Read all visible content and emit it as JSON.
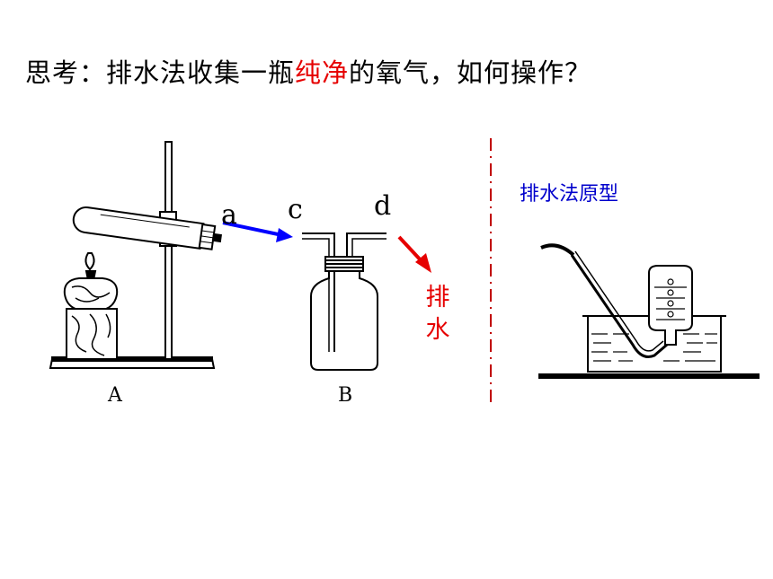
{
  "title": {
    "part1": "思考：排水法收集一瓶",
    "highlight": "纯净",
    "part2": "的氧气，如何操作？"
  },
  "labels": {
    "a": "a",
    "c": "c",
    "d": "d",
    "A": "A",
    "B": "B"
  },
  "drain_text": {
    "line1": "排",
    "line2": "水"
  },
  "prototype_label": "排水法原型",
  "colors": {
    "highlight": "#e60000",
    "arrow_blue": "#0000ff",
    "arrow_red": "#e60000",
    "prototype_label": "#0000cc",
    "divider": "#c00000"
  }
}
